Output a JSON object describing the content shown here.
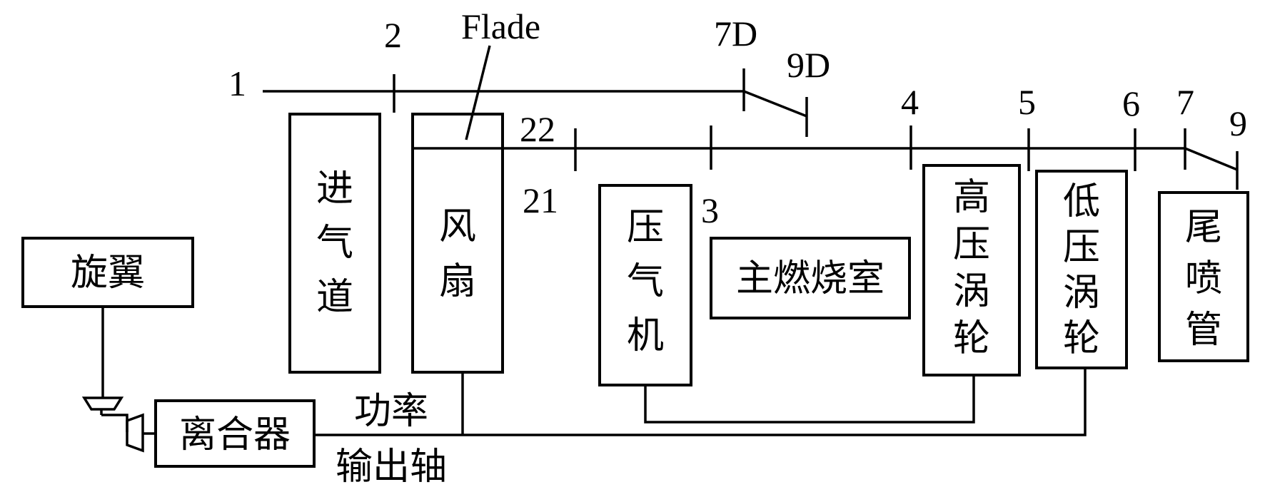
{
  "components": {
    "rotor": "旋翼",
    "inlet": [
      "进",
      "气",
      "道"
    ],
    "fan": [
      "风",
      "扇"
    ],
    "compressor": [
      "压",
      "气",
      "机"
    ],
    "combustor": "主燃烧室",
    "hpt": [
      "高",
      "压",
      "涡",
      "轮"
    ],
    "lpt": [
      "低",
      "压",
      "涡",
      "轮"
    ],
    "nozzle": [
      "尾",
      "喷",
      "管"
    ],
    "clutch": "离合器"
  },
  "labels": {
    "power": "功率",
    "output_shaft": "输出轴",
    "flade": "Flade"
  },
  "stations": {
    "s1": "1",
    "s2": "2",
    "s7d": "7D",
    "s9d": "9D",
    "s22": "22",
    "s21": "21",
    "s3": "3",
    "s4": "4",
    "s5": "5",
    "s6": "6",
    "s7": "7",
    "s9": "9"
  }
}
